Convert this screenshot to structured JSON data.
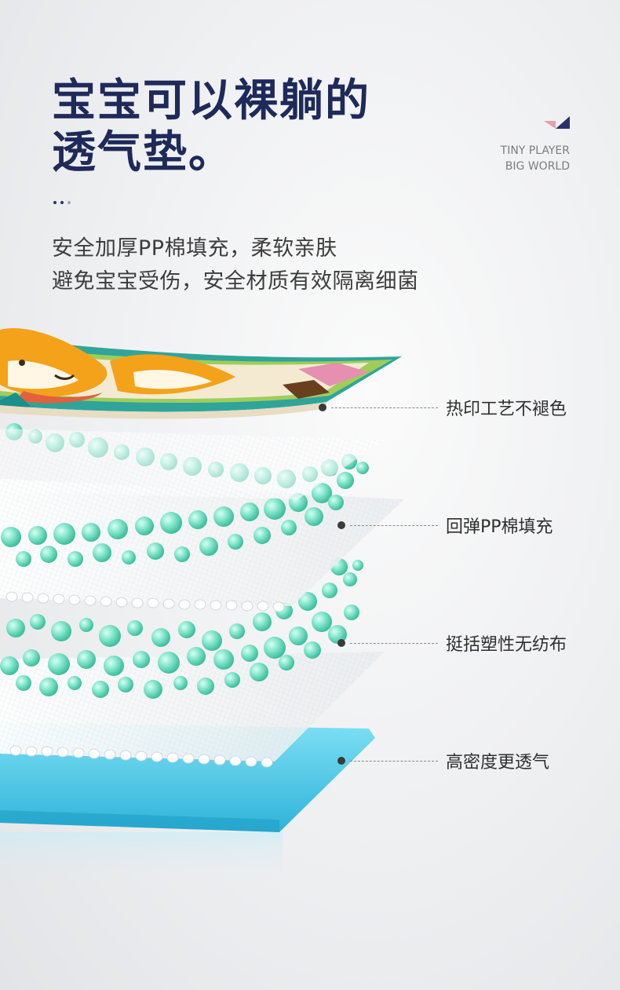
{
  "headline": {
    "line1": "宝宝可以裸躺的",
    "line2": "透气垫。"
  },
  "body": {
    "line1": "安全加厚PP棉填充，柔软亲肤",
    "line2": "避免宝宝受伤，安全材质有效隔离细菌"
  },
  "brand": {
    "line1": "TINY PLAYER",
    "line2": "BIG WORLD"
  },
  "callouts": [
    {
      "label": "热印工艺不褪色"
    },
    {
      "label": "回弹PP棉填充"
    },
    {
      "label": "挺括塑性无纺布"
    },
    {
      "label": "高密度更透气"
    }
  ],
  "colors": {
    "headline": "#1e2a5a",
    "brand_navy": "#26336a",
    "brand_pink": "#e7a0ad",
    "bubbles": "#6fdcc0",
    "base_layer": "#4ec6e6"
  },
  "icons": {
    "brand_logo": "triangle-logo-icon",
    "callout_marker": "bullet-dot-icon"
  }
}
